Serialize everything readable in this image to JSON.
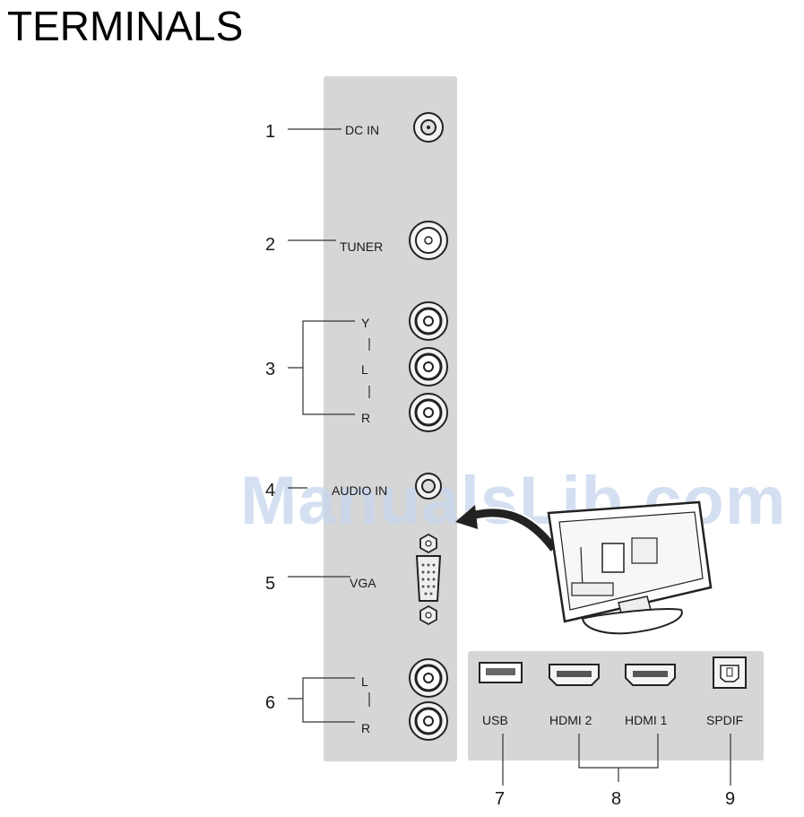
{
  "title": "TERMINALS",
  "watermark": "ManualsLib.com",
  "callouts": {
    "n1": "1",
    "n2": "2",
    "n3": "3",
    "n4": "4",
    "n5": "5",
    "n6": "6",
    "n7": "7",
    "n8": "8",
    "n9": "9"
  },
  "labels": {
    "dc_in": "DC IN",
    "tuner": "TUNER",
    "y": "Y",
    "l": "L",
    "r": "R",
    "audio_in": "AUDIO IN",
    "vga": "VGA",
    "l2": "L",
    "r2": "R",
    "usb": "USB",
    "hdmi2": "HDMI 2",
    "hdmi1": "HDMI 1",
    "spdif": "SPDIF"
  }
}
